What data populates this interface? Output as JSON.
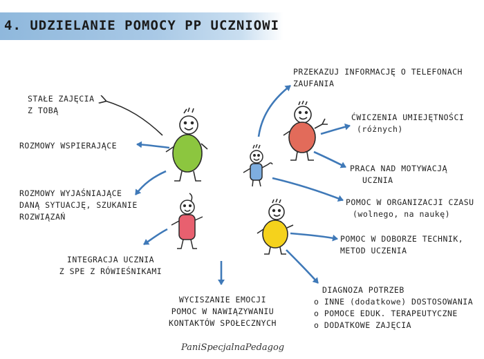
{
  "title": "4. UDZIELANIE POMOCY PP  UCZNIOWI",
  "labels": {
    "stale_zajecia": [
      "STAŁE ZAJĘCIA",
      "Z TOBĄ"
    ],
    "rozmowy_wspierajace": [
      "ROZMOWY WSPIERAJĄCE"
    ],
    "rozmowy_wyjasniajace": [
      "ROZMOWY WYJAŚNIAJĄCE",
      "DANĄ SYTUACJĘ, SZUKANIE",
      "ROZWIĄZAŃ"
    ],
    "integracja": [
      "INTEGRACJA UCZNIA",
      "Z SPE Z RÓWIEŚNIKAMI"
    ],
    "wyciszanie": [
      "WYCISZANIE EMOCJI",
      "POMOC W NAWIĄZYWANIU",
      "KONTAKTÓW SPOŁECZNYCH"
    ],
    "telefon": [
      "PRZEKAZUJ INFORMACJĘ O TELEFONACH",
      "ZAUFANIA"
    ],
    "cwiczenia": [
      "ĆWICZENIA UMIEJĘTNOŚCI",
      "(różnych)"
    ],
    "motywacja": [
      "PRACA NAD MOTYWACJĄ",
      "UCZNIA"
    ],
    "czas": [
      "POMOC W ORGANIZACJI CZASU",
      "(wolnego, na naukę)"
    ],
    "techniki": [
      "POMOC W DOBORZE TECHNIK,",
      "METOD UCZENIA"
    ],
    "diagnoza": [
      "DIAGNOZA POTRZEB",
      "o INNE (dodatkowe) DOSTOSOWANIA",
      "o POMOCE EDUK. TERAPEUTYCZNE",
      "o DODATKOWE ZAJĘCIA"
    ]
  },
  "signature": "PaniSpecjalnaPedagog",
  "colors": {
    "title_band": "#a9c9e6",
    "arrow_blue": "#3f79b8",
    "arrow_black": "#2a2a2a",
    "figure_green": "#8cc63f",
    "figure_blue": "#7eaee0",
    "figure_red": "#e26b5a",
    "figure_pink": "#e8606f",
    "figure_yellow": "#f5d21c"
  }
}
